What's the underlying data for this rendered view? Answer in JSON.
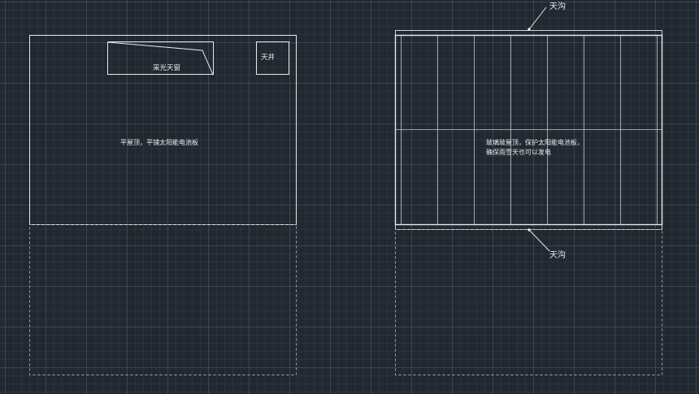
{
  "left_plan": {
    "skylight_label": "采光天窗",
    "courtyard_label": "天井",
    "roof_note": "平屋顶，平铺太阳能电池板"
  },
  "right_plan": {
    "gutter_top_label": "天沟",
    "gutter_bottom_label": "天沟",
    "roof_note_line1": "玻璃玻屋顶，保护太阳能电池板，",
    "roof_note_line2": "确保雨雪天也可以发电"
  },
  "colors": {
    "background": "#212830",
    "line": "#e6e9ec",
    "dashed_line": "#9aa3ad"
  }
}
